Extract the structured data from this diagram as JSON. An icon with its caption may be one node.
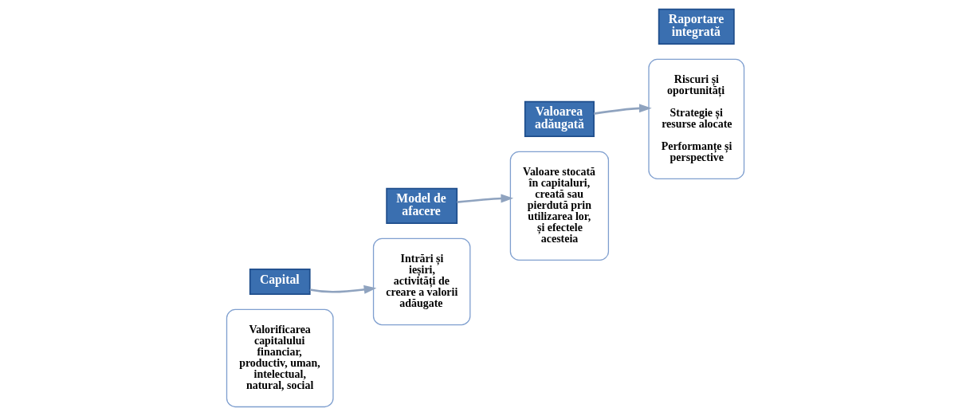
{
  "diagram": {
    "nodes": [
      {
        "text": [
          "Valorificarea capitalului financiar, productiv, uman, intelectual, natural, social"
        ]
      },
      {
        "text": [
          "Capital"
        ]
      },
      {
        "text": [
          "Model de afacere"
        ]
      },
      {
        "text": [
          "Intrări și ieșiri, activități de creare a valorii adăugate"
        ]
      },
      {
        "text": [
          "Valoare stocată în capitaluri, creată sau pierdută prin utilizarea lor, și efectele acesteia"
        ]
      },
      {
        "text": [
          "Valoarea adăugată"
        ]
      },
      {
        "text": [
          "Raportare integrată"
        ]
      },
      {
        "text": [
          "Riscuri și oportunități",
          "Strategie și resurse alocate",
          "Performanțe și perspective"
        ]
      }
    ],
    "edges": [
      {
        "from": 1,
        "to": 3,
        "arrow": "to"
      },
      {
        "from": 2,
        "to": 4,
        "arrow": "to"
      },
      {
        "from": 5,
        "to": 7,
        "arrow": "to"
      }
    ]
  }
}
